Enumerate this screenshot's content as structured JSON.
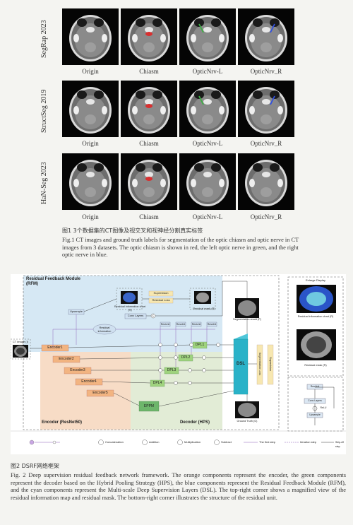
{
  "fig1": {
    "rows": [
      "SegRap 2023",
      "StructSeg 2019",
      "HaN-Seg 2023"
    ],
    "columns": [
      "Origin",
      "Chiasm",
      "OpticNrv-L",
      "OpticNrv_R"
    ],
    "caption_zh": "图1 3个数据集的CT图像及视交叉和视神经分割真实标签",
    "caption_en": "Fig.1 CT images and ground truth labels for segmentation of the optic chiasm and optic nerve in CT images from 3 datasets. The optic chiasm is shown in red, the left optic nerve in green, and the right optic nerve in blue.",
    "colors": {
      "chiasm": "#d83030",
      "optic_l": "#3cb043",
      "optic_r": "#3050e0"
    }
  },
  "fig2": {
    "rfm_title": "Residual Feedback Module (RFM)",
    "encoder_title": "Encoder (ResNet50)",
    "decoder_title": "Decoder (HPS)",
    "ct_image": "CT image (I)",
    "encoders": [
      "Encoder1",
      "Encoder2",
      "Encoder3",
      "Encoder4",
      "Encoder5"
    ],
    "dpls": [
      "DPL1",
      "DPL2",
      "DPL3",
      "DPL4"
    ],
    "eppm": "EPPM",
    "dsl": "DSL",
    "upsample": "Upsample",
    "residual_information": "Residual information",
    "residual_chart": "Residual information chart (R)",
    "residual_mask": "Residual mask (R)",
    "supervision": "Supervision",
    "residual_loss": "Residual Loss",
    "conv_layers": "Conv Layers",
    "res_unit": "ResUnit",
    "seg_result": "Segmentation result (P)",
    "ground_truth": "Ground Truth (G)",
    "seg_loss": "Segmentation Loss",
    "enlarge": "Enlarge Display",
    "relu": "ReLU",
    "legend": [
      "Concatenation",
      "Addition",
      "Multiplication",
      "Subtract",
      "The first step",
      "Iteration step",
      "Skip-off step"
    ],
    "c_symbol": "C"
  },
  "caption2_zh": "图2 DSRF网络框架",
  "caption2_en": "Fig. 2 Deep supervision residual feedback network framework. The orange components represent the encoder, the green components represent the decoder based on the Hybrid Pooling Strategy (HPS), the blue components represent the Residual Feedback Module (RFM), and the cyan components represent the Multi-scale Deep Supervision Layers (DSL). The top-right corner shows a magnified view of the residual information map and residual mask. The bottom-right corner illustrates the structure of the residual unit."
}
